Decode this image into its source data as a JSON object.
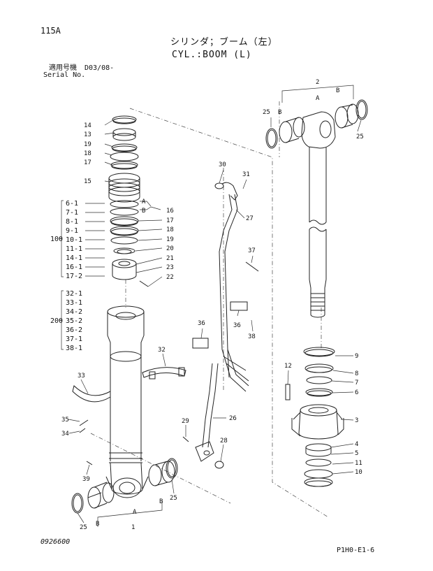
{
  "header": {
    "page_code": "115A",
    "title_jp": "シリンダ；ブーム（左）",
    "title_en": "CYL.:BOOM (L)",
    "applicable_label": "適用号機",
    "applicable_value": "D03/08-",
    "serial_label": "Serial No."
  },
  "footer": {
    "drawing_number": "0926600",
    "sheet_ref": "P1H0-E1-6"
  },
  "callouts": {
    "c14": "14",
    "c13": "13",
    "c19a": "19",
    "c18a": "18",
    "c17a": "17",
    "c15": "15",
    "cA1": "A",
    "cB1": "B",
    "c16": "16",
    "c17b": "17",
    "c18b": "18",
    "c19b": "19",
    "c20": "20",
    "c21": "21",
    "c23": "23",
    "c22": "22",
    "c2": "2",
    "cA2": "A",
    "cB2": "B",
    "cB3": "B",
    "c25a": "25",
    "c25b": "25",
    "c30": "30",
    "c31": "31",
    "c27": "27",
    "c37": "37",
    "c36a": "36",
    "c36b": "36",
    "c38": "38",
    "c32": "32",
    "c33": "33",
    "c35": "35",
    "c34": "34",
    "c29": "29",
    "c26": "26",
    "c28": "28",
    "c39": "39",
    "c25c": "25",
    "c25d": "25",
    "cA3": "A",
    "cB4": "B",
    "cB5": "B",
    "c1": "1",
    "c9": "9",
    "c8": "8",
    "c7": "7",
    "c6": "6",
    "c12": "12",
    "c3": "3",
    "c4": "4",
    "c5": "5",
    "c11": "11",
    "c10": "10"
  },
  "kit100": {
    "label": "100",
    "items": [
      "6-1",
      "7-1",
      "8-1",
      "9-1",
      "10-1",
      "11-1",
      "14-1",
      "16-1",
      "17-2"
    ]
  },
  "kit200": {
    "label": "200",
    "items": [
      "32-1",
      "33-1",
      "34-2",
      "35-2",
      "36-2",
      "37-1",
      "38-1"
    ]
  }
}
